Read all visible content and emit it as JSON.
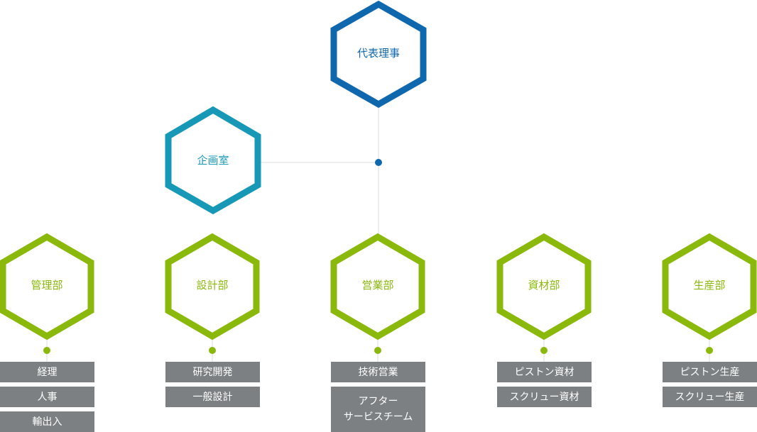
{
  "colors": {
    "top": "#0f67ae",
    "planning": "#1698b6",
    "department": "#8ab90b",
    "box": "#7c8083",
    "line": "#dcdcdc",
    "junction": "#0f67ae"
  },
  "top": {
    "label": "代表理事"
  },
  "planning": {
    "label": "企画室"
  },
  "departments": [
    {
      "label": "管理部",
      "units": [
        "経理",
        "人事",
        "輸出入"
      ]
    },
    {
      "label": "設計部",
      "units": [
        "研究開発",
        "一般設計"
      ]
    },
    {
      "label": "営業部",
      "units": [
        "技術営業",
        "アフター\nサービスチーム"
      ]
    },
    {
      "label": "資材部",
      "units": [
        "ピストン資材",
        "スクリュー資材"
      ]
    },
    {
      "label": "生産部",
      "units": [
        "ピストン生産",
        "スクリュー生産"
      ]
    }
  ]
}
